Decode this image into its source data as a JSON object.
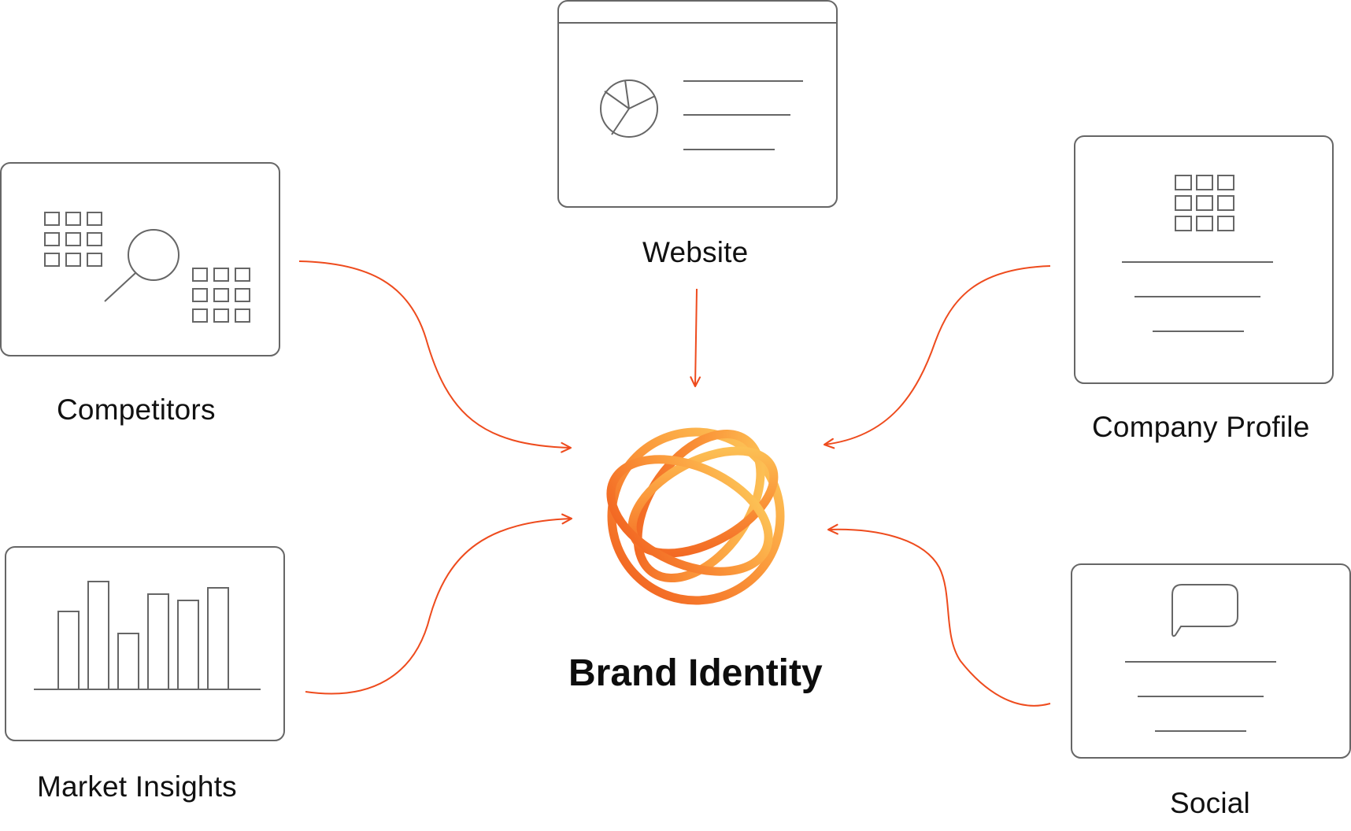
{
  "diagram": {
    "sources": [
      {
        "id": "competitors",
        "label": "Competitors",
        "icon": "competitor-search-icon"
      },
      {
        "id": "website",
        "label": "Website",
        "icon": "website-window-icon"
      },
      {
        "id": "company-profile",
        "label": "Company Profile",
        "icon": "company-profile-icon"
      },
      {
        "id": "market-insights",
        "label": "Market Insights",
        "icon": "bar-chart-icon"
      },
      {
        "id": "social",
        "label": "Social",
        "icon": "chat-bubble-icon"
      }
    ],
    "center": {
      "label": "Brand Identity",
      "icon": "orange-globe-logo-icon"
    },
    "edges": [
      {
        "from": "competitors",
        "to": "center"
      },
      {
        "from": "website",
        "to": "center"
      },
      {
        "from": "company-profile",
        "to": "center"
      },
      {
        "from": "market-insights",
        "to": "center"
      },
      {
        "from": "social",
        "to": "center"
      }
    ]
  },
  "colors": {
    "stroke": "#666666",
    "arrow": "#ee4b1d",
    "logo_light": "#fdc95a",
    "logo_dark": "#f26621"
  }
}
